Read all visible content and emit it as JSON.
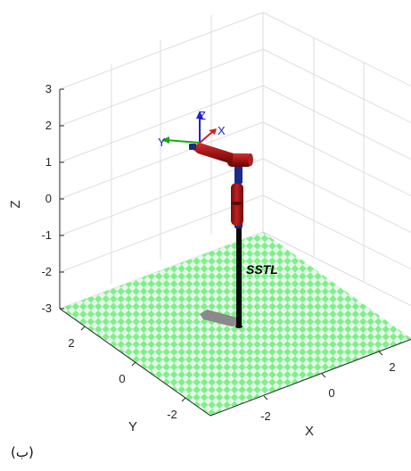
{
  "figure": {
    "caption": "(ب)",
    "robot_name": "SSTL"
  },
  "axes": {
    "xlabel": "X",
    "ylabel": "Y",
    "zlabel": "Z",
    "z_ticks": [
      "3",
      "2",
      "1",
      "0",
      "-1",
      "-2",
      "-3"
    ],
    "y_ticks": [
      "2",
      "0",
      "-2"
    ],
    "x_ticks": [
      "-2",
      "0",
      "2"
    ]
  },
  "end_effector_frame": {
    "x_label": "X",
    "y_label": "Y",
    "z_label": "Z"
  },
  "colors": {
    "floor_checker_a": "#7ef08a",
    "floor_checker_b": "#e8f6ea",
    "link_red": "#a01515",
    "joint_blue": "#1c2a8c",
    "axis_x": "#d62020",
    "axis_y": "#18a818",
    "axis_z": "#2020d0"
  }
}
